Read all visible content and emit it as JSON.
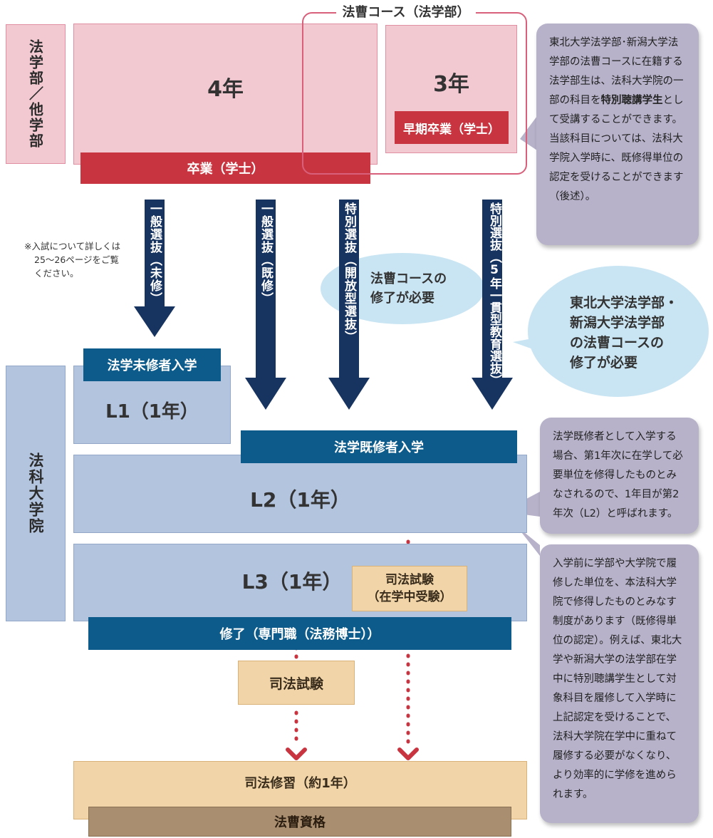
{
  "undergrad": {
    "side_label": "法学部／他学部",
    "four_year": "4年",
    "graduation": "卒業（学士）",
    "three_year": "3年",
    "early_graduation": "早期卒業（学士）",
    "course_label": "法曹コース（法学部）"
  },
  "routes": {
    "general_unstudied": "一般選抜（未修）",
    "general_studied": "一般選抜（既修）",
    "special_open": "特別選抜（開放型選抜）",
    "special_five_year": "特別選抜（5年一貫型教育選抜）"
  },
  "exam_note": [
    "※入試について詳しくは",
    "25〜26ページをご覧",
    "ください。"
  ],
  "bubble_course_required": [
    "法曹コースの",
    "修了が必要"
  ],
  "bubble_tohoku_required": [
    "東北大学法学部・",
    "新潟大学法学部",
    "の法曹コースの",
    "修了が必要"
  ],
  "grad": {
    "side_label": "法科大学院",
    "unstudied_entry": "法学未修者入学",
    "l1": "L1（1年）",
    "studied_entry": "法学既修者入学",
    "l2": "L2（1年）",
    "l3": "L3（1年）",
    "bar_exam_in_school": [
      "司法試験",
      "（在学中受験）"
    ],
    "completion": "修了（専門職（法務博士））"
  },
  "post": {
    "bar_exam": "司法試験",
    "training": "司法修習（約1年）",
    "qualification": "法曹資格"
  },
  "notes": {
    "special_auditor": {
      "before": "東北大学法学部･新潟大学法学部の法曹コースに在籍する法学部生は、法科大学院の一部の科目を",
      "bold": "特別聴講学生",
      "after": "として受講することができます。当該科目については、法科大学院入学時に、既修得単位の認定を受けることができます（後述）。"
    },
    "studied_entrant": "法学既修者として入学する場合、第1年次に在学して必要単位を修得したものとみなされるので、1年目が第2年次（L2）と呼ばれます。",
    "credit_recognition": "入学前に学部や大学院で履修した単位を、本法科大学院で修得したものとみなす制度があります（既修得単位の認定）。例えば、東北大学や新潟大学の法学部在学中に特別聴講学生として対象科目を履修して入学時に上記認定を受けることで、法科大学院在学中に重ねて履修する必要がなくなり、より効率的に学修を進められます。"
  },
  "colors": {
    "undergrad_pink": "#f2c8d1",
    "graduation_red": "#c8343f",
    "route_navy": "#17335f",
    "grad_blue": "#b3c4de",
    "entry_teal": "#0d5b8a",
    "exam_tan": "#f1d5a8",
    "qualification_brown": "#a98e6f",
    "dotted_arrow": "#c8343f",
    "note_gray": "#b7b1c9",
    "bubble_light_blue": "#c9e5f3",
    "course_outline": "#d9607b"
  }
}
